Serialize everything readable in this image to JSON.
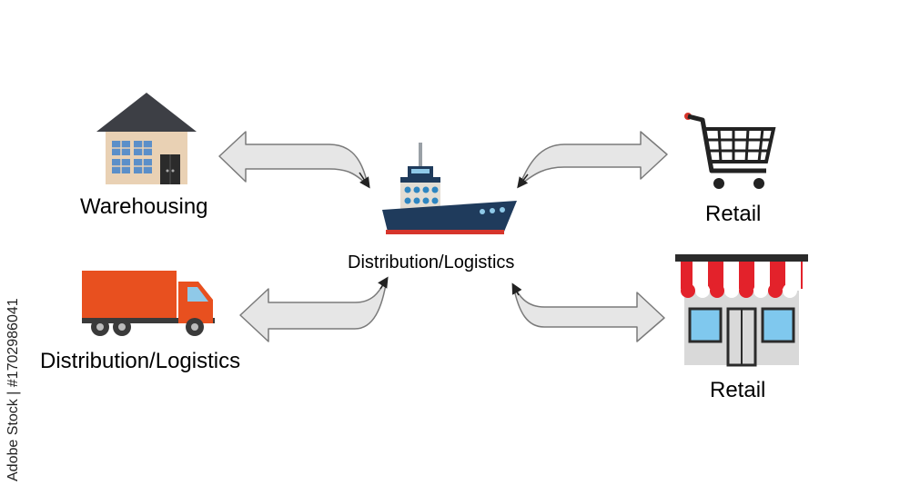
{
  "nodes": {
    "warehousing": {
      "label": "Warehousing",
      "icon": "warehouse-icon"
    },
    "center": {
      "label": "Distribution/Logistics",
      "icon": "ship-icon"
    },
    "distribution": {
      "label": "Distribution/Logistics",
      "icon": "truck-icon"
    },
    "retail_cart": {
      "label": "Retail",
      "icon": "shopping-cart-icon"
    },
    "retail_store": {
      "label": "Retail",
      "icon": "storefront-icon"
    }
  },
  "credit": "Adobe Stock | #1702986041",
  "colors": {
    "arrow_fill": "#e6e6e6",
    "arrow_stroke": "#7a7a7a",
    "truck": "#e8501f",
    "ship_hull": "#1f3b5c",
    "awning_red": "#e3222b"
  }
}
